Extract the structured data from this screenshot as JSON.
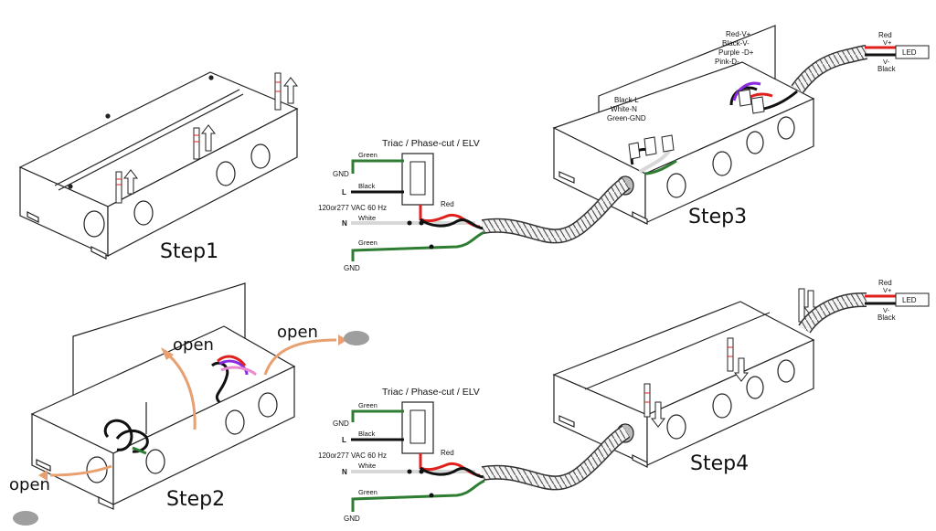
{
  "steps": {
    "step1": "Step1",
    "step2": "Step2",
    "step3": "Step3",
    "step4": "Step4"
  },
  "open_labels": {
    "top_center": "open",
    "top_right": "open",
    "bottom_left": "open"
  },
  "input_panel": {
    "title": "Triac / Phase-cut / ELV",
    "green_top": "Green",
    "gnd_top": "GND",
    "black": "Black",
    "l": "L",
    "vac": "120or277 VAC  60 Hz",
    "n": "N",
    "white": "White",
    "red": "Red",
    "green_bottom": "Green",
    "gnd_bottom": "GND"
  },
  "step3_labels": {
    "black_l": "Black-L",
    "white_n": "White-N",
    "green_gnd": "Green-GND",
    "red_v": "Red-V+",
    "black_v": "Black-V-",
    "purple_d": "Purple -D+",
    "pink_d": "Pink-D-"
  },
  "led_output": {
    "red": "Red",
    "v_plus": "V+",
    "led": "LED",
    "v_minus": "V-",
    "black": "Black"
  },
  "colors": {
    "red_wire": "#e0201c",
    "black_wire": "#111111",
    "green_wire": "#2e7d32",
    "white_wire": "#d8d8d8",
    "purple_wire": "#8a2be2",
    "pink_wire": "#e88ad0",
    "open_arrow": "#e8a070",
    "knockout_disc": "#9e9e9e"
  }
}
